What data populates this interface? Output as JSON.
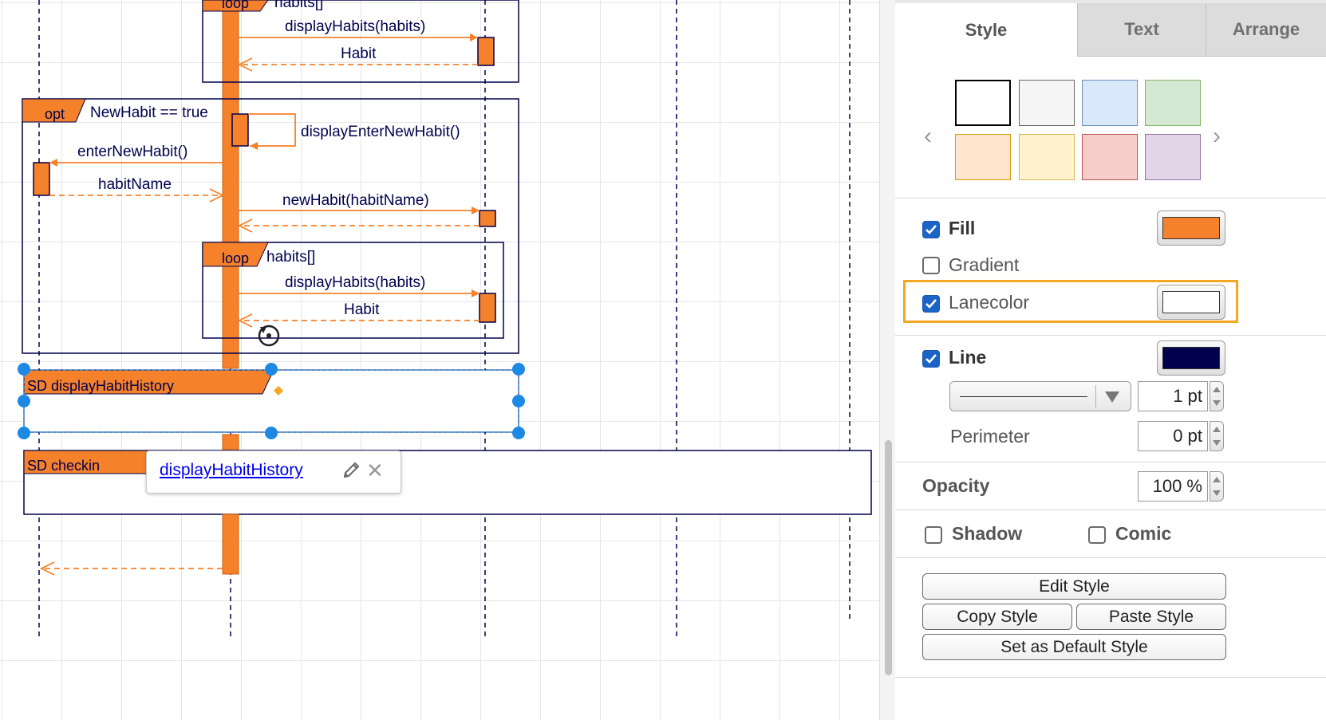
{
  "diagram": {
    "frames": {
      "loop_top": {
        "tag": "loop",
        "guard": "habits[]"
      },
      "opt": {
        "tag": "opt",
        "guard": "NewHabit == true"
      },
      "loop_inner": {
        "tag": "loop",
        "guard": "habits[]"
      },
      "sd_selected": {
        "tag": "SD displayHabitHistory"
      },
      "sd_checkin": {
        "tag": "SD checkin"
      }
    },
    "messages": {
      "m1": "displayHabits(habits)",
      "m2": "Habit",
      "m3": "displayEnterNewHabit()",
      "m4": "enterNewHabit()",
      "m5": "habitName",
      "m6": "newHabit(habitName)",
      "m7": "displayHabits(habits)",
      "m8": "Habit"
    },
    "colors": {
      "activation": "#f5812a",
      "line": "#00004d",
      "selection": "#1e88e5"
    }
  },
  "link_popup": {
    "text": "displayHabitHistory"
  },
  "panel": {
    "tabs": {
      "style": "Style",
      "text": "Text",
      "arrange": "Arrange"
    },
    "swatches": [
      {
        "fill": "#ffffff",
        "stroke": "#000000"
      },
      {
        "fill": "#f5f5f5",
        "stroke": "#666666"
      },
      {
        "fill": "#dae8fc",
        "stroke": "#6c8ebf"
      },
      {
        "fill": "#d5e8d4",
        "stroke": "#82b366"
      },
      {
        "fill": "#ffe6cc",
        "stroke": "#d79b00"
      },
      {
        "fill": "#fff2cc",
        "stroke": "#d6b656"
      },
      {
        "fill": "#f8cecc",
        "stroke": "#b85450"
      },
      {
        "fill": "#e1d5e7",
        "stroke": "#9673a6"
      }
    ],
    "fill": {
      "label": "Fill",
      "checked": true,
      "color": "#f5812a"
    },
    "gradient": {
      "label": "Gradient",
      "checked": false
    },
    "lanecolor": {
      "label": "Lanecolor",
      "checked": true,
      "color": "#ffffff"
    },
    "line": {
      "label": "Line",
      "checked": true,
      "color": "#00004d",
      "width": "1 pt"
    },
    "perimeter": {
      "label": "Perimeter",
      "value": "0 pt"
    },
    "opacity": {
      "label": "Opacity",
      "value": "100 %"
    },
    "shadow": {
      "label": "Shadow",
      "checked": false
    },
    "comic": {
      "label": "Comic",
      "checked": false
    },
    "buttons": {
      "edit_style": "Edit Style",
      "copy_style": "Copy Style",
      "paste_style": "Paste Style",
      "set_default": "Set as Default Style"
    }
  }
}
